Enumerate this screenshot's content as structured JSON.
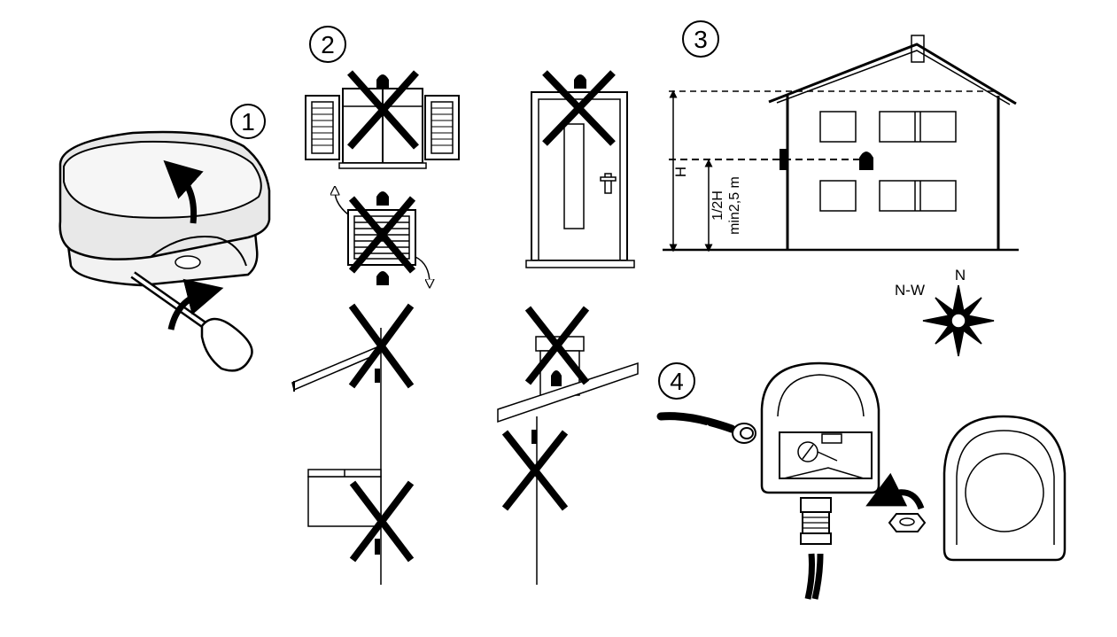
{
  "steps": {
    "s1": "1",
    "s2": "2",
    "s3": "3",
    "s4": "4"
  },
  "house": {
    "height_label": "H",
    "half_label": "1/2H",
    "min_label": "min2,5 m"
  },
  "compass": {
    "north": "N",
    "north_west": "N-W"
  },
  "colors": {
    "ink": "#000000",
    "paper": "#ffffff",
    "shade": "#e6e6e6"
  }
}
